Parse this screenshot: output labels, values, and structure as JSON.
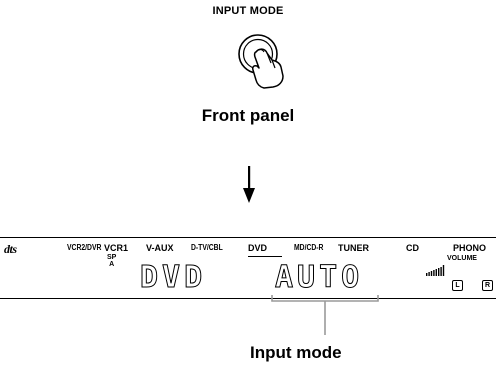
{
  "top_caption": "INPUT MODE",
  "front_caption": "Front panel",
  "panel": {
    "logo": "dts",
    "sources": [
      "VCR2/DVR",
      "VCR1",
      "V-AUX",
      "D-TV/CBL",
      "DVD",
      "MD/CD-R",
      "TUNER",
      "CD",
      "PHONO"
    ],
    "sp_top": "SP",
    "sp_bottom": "A",
    "volume_label": "VOLUME",
    "display_left": "DVD",
    "display_right": "AUTO",
    "left_channel": "L",
    "right_channel": "R"
  },
  "mode_caption": "Input mode"
}
